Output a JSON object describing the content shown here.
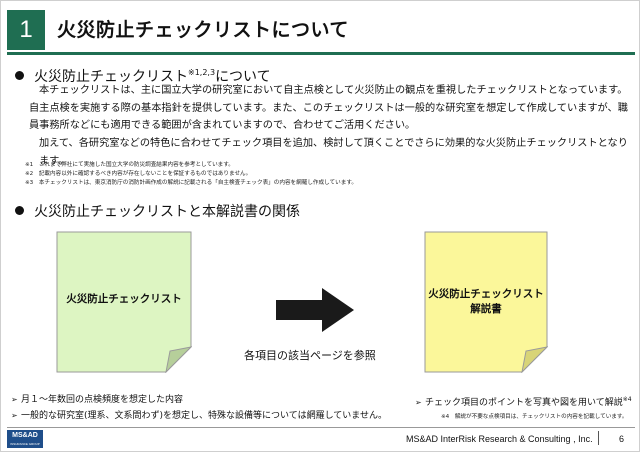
{
  "header": {
    "number": "1",
    "title": "火災防止チェックリストについて"
  },
  "section1": {
    "heading": "火災防止チェックリスト",
    "heading_sup": "※1,2,3",
    "heading_suffix": "について",
    "para1": "本チェックリストは、主に国立大学の研究室において自主点検として火災防止の観点を重視したチェックリストとなっています。自主点検を実施する際の基本指針を提供しています。また、このチェックリストは一般的な研究室を想定して作成していますが、職員事務所などにも適用できる範囲が含まれていますので、合わせてご活用ください。",
    "para2": "加えて、各研究室などの特色に合わせてチェック項目を追加、検討して頂くことでさらに効果的な火災防止チェックリストとなります。",
    "notes": [
      "※1　これまで弊社にて実施した国立大学の防災調査結果内容を参考としています。",
      "※2　記載内容以外に確認するべき内容が存在しないことを保証するものではありません。",
      "※3　本チェックリストは、東京消防庁の消防計画作成の解説に記載される「自主検査チェック表」の内容を網羅し作成しています。"
    ]
  },
  "section2": {
    "heading": "火災防止チェックリストと本解説書の関係",
    "doc_left_label": "火災防止チェックリスト",
    "doc_right_label_1": "火災防止チェックリスト",
    "doc_right_label_2": "解説書",
    "arrow_caption": "各項目の該当ページを参照",
    "left_points": [
      "月１～年数回の点検頻度を想定した内容",
      "一般的な研究室(理系、文系問わず)を想定し、特殊な設備等については網羅していません。"
    ],
    "right_point": "チェック項目のポイントを写真や図を用いて解説",
    "right_point_sup": "※4",
    "note4": "※4　解説が不要な点検項目は、チェックリストの内容を記載しています。"
  },
  "footer": {
    "logo_text": "MS&AD",
    "logo_subtext": "INSURANCE GROUP",
    "company": "MS&AD InterRisk Research & Consulting , Inc.",
    "page_number": "6"
  },
  "colors": {
    "accent": "#1f6e52",
    "doc_left_fill": "#ddf5c2",
    "doc_right_fill": "#fbf79a",
    "logo_blue": "#1f4e8a"
  }
}
